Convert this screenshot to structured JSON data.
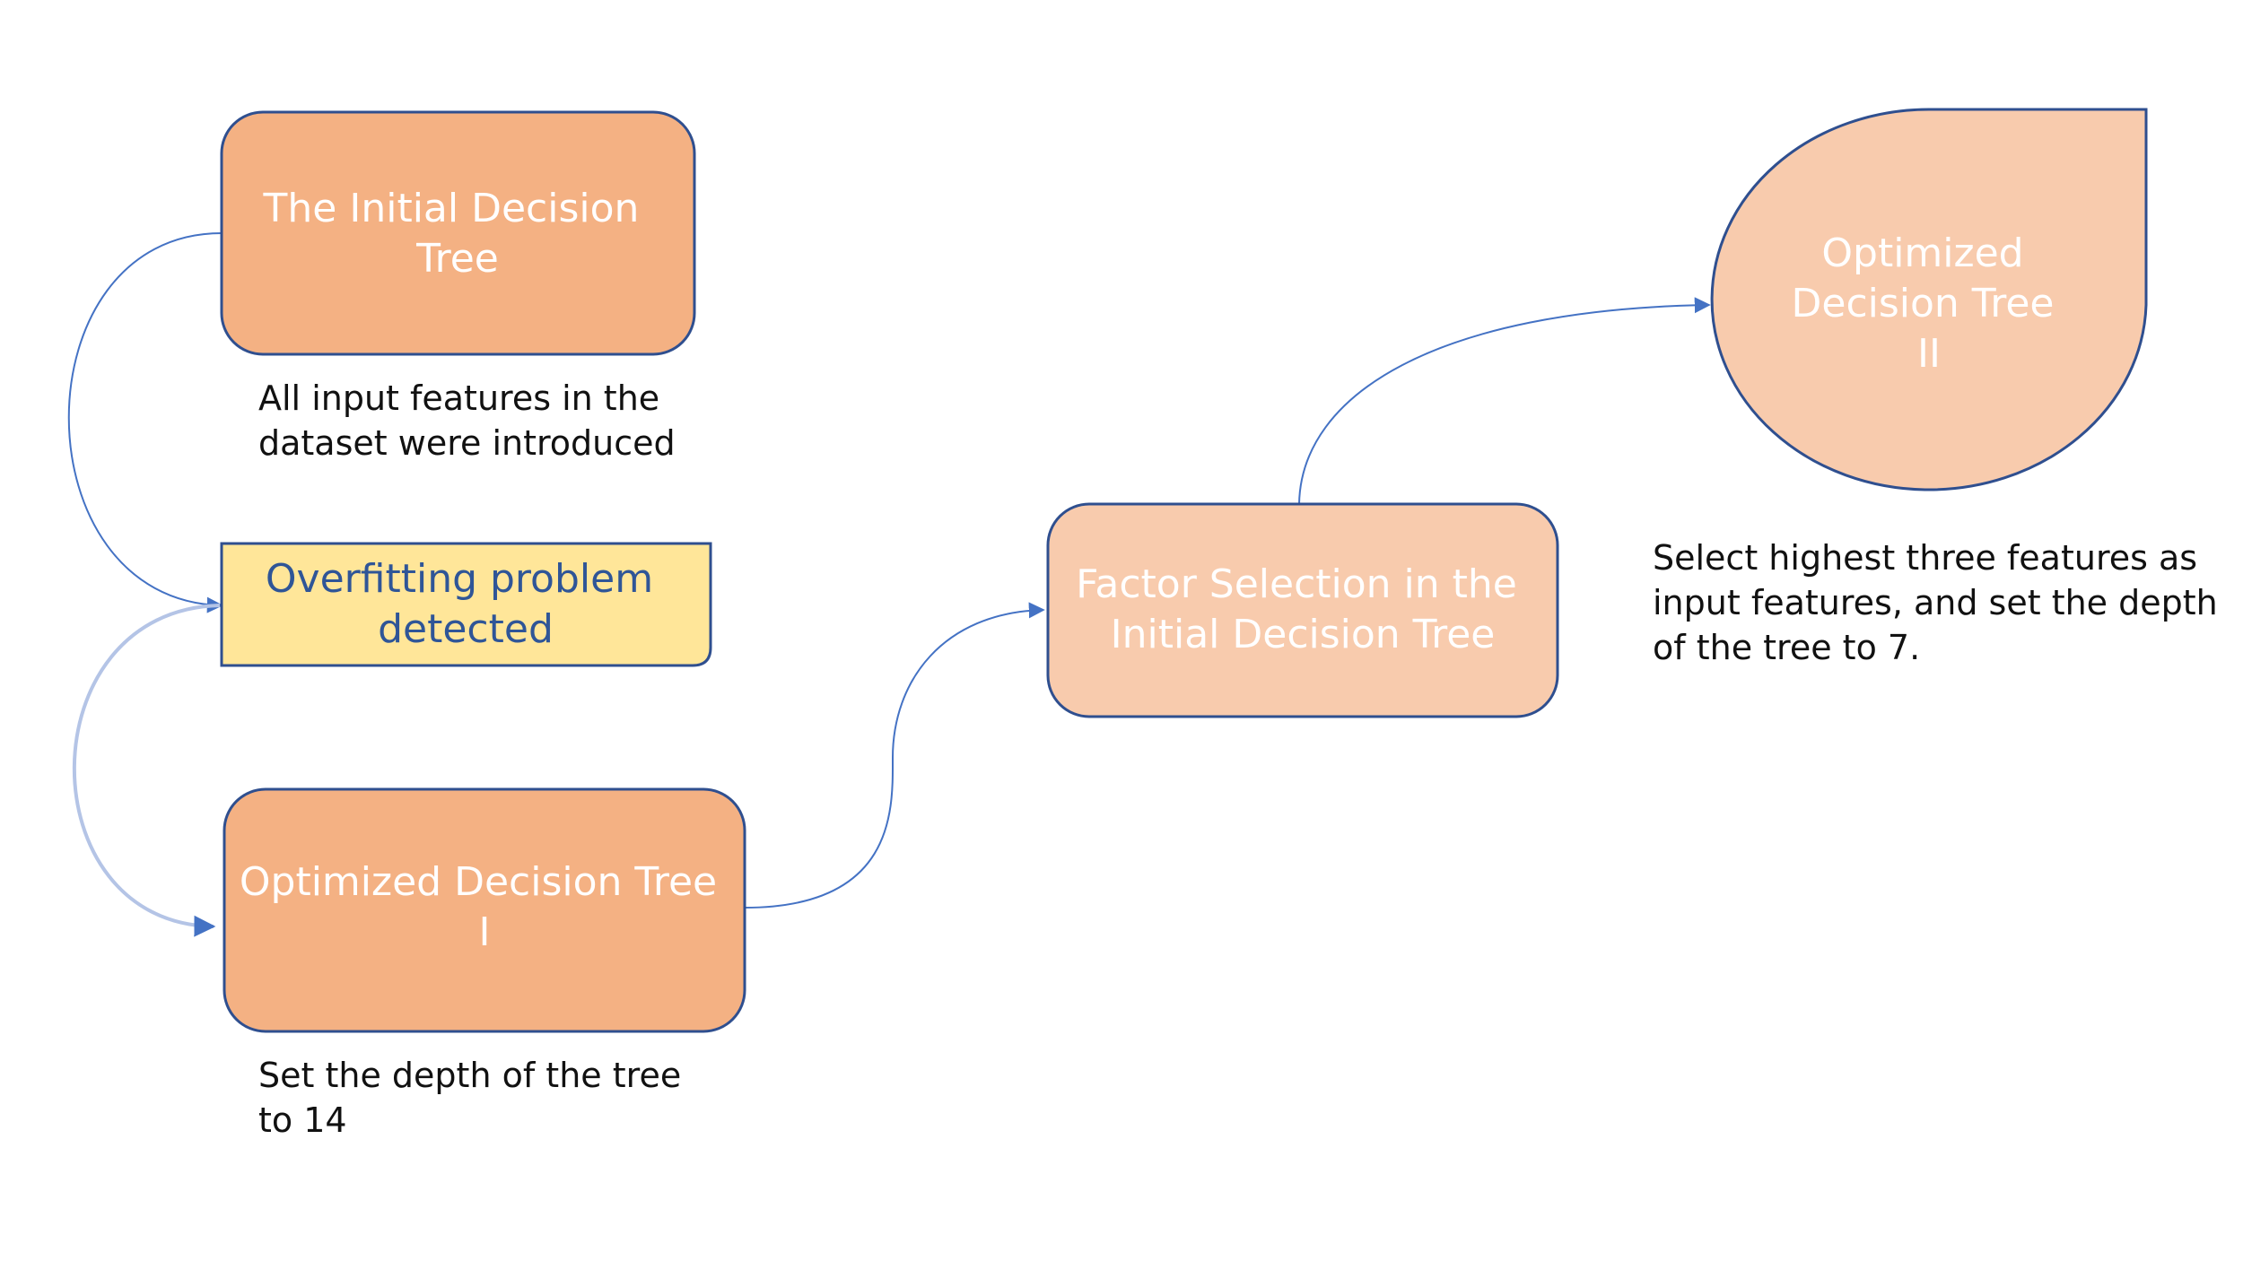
{
  "colors": {
    "box_dark": "#f4b183",
    "box_light": "#f8cbad",
    "box_highlight": "#ffe699",
    "border": "#2f4f8f",
    "text_light": "#ffffff",
    "text_highlight": "#2f5597",
    "connector": "#4472c4",
    "connector_soft": "#b4c4e6"
  },
  "nodes": {
    "initial_tree": {
      "lines": [
        "The Initial Decision",
        "Tree"
      ]
    },
    "overfitting": {
      "lines": [
        "Overfitting problem",
        "detected"
      ]
    },
    "optimized_tree_1": {
      "lines": [
        "Optimized Decision Tree",
        "I"
      ]
    },
    "factor_selection": {
      "lines": [
        "Factor Selection in the",
        "Initial Decision Tree"
      ]
    },
    "optimized_tree_2": {
      "lines": [
        "Optimized",
        "Decision Tree",
        "II"
      ]
    }
  },
  "notes": {
    "initial_tree": [
      "All input features in the",
      "dataset were introduced"
    ],
    "optimized_tree_1": [
      "Set the depth of the tree",
      "to 14"
    ],
    "optimized_tree_2": [
      "Select highest three features as",
      "input features, and set the depth",
      "of the tree to 7."
    ]
  }
}
